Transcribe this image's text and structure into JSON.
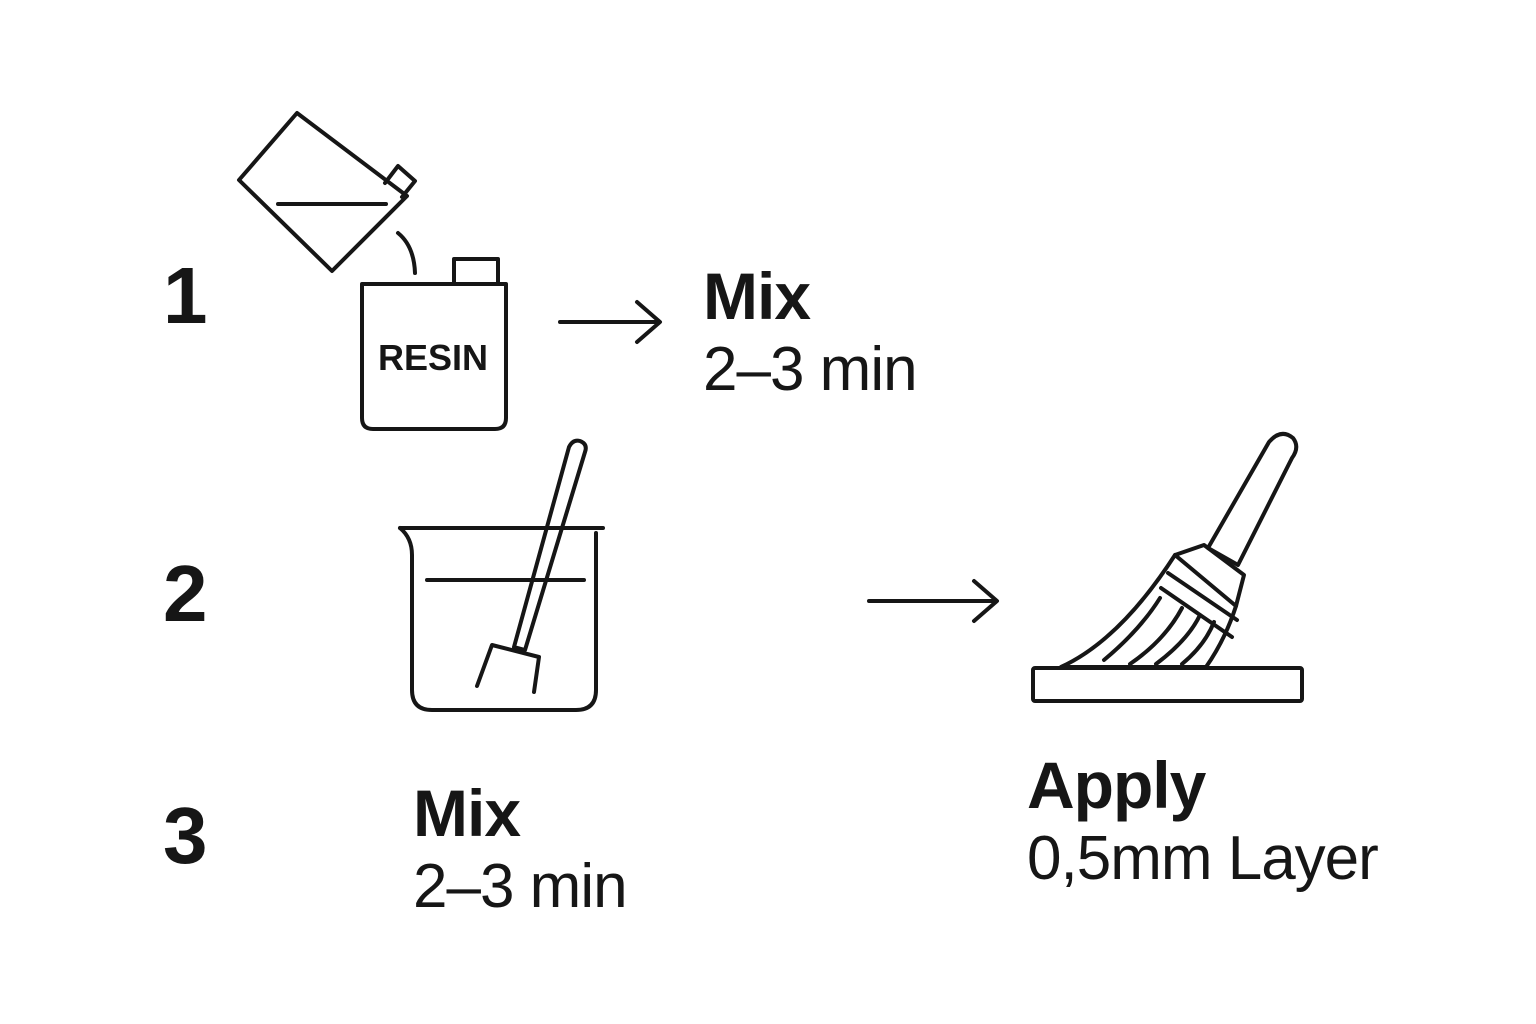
{
  "steps": [
    {
      "number": "1",
      "icon": "pour-resin-icon",
      "container_label": "RESIN",
      "caption_title": "Mix",
      "caption_sub": "2–3 min"
    },
    {
      "number": "2",
      "icon": "mixing-beaker-icon"
    },
    {
      "number": "3",
      "caption_title": "Mix",
      "caption_sub": "2–3 min"
    }
  ],
  "apply": {
    "icon": "paint-brush-icon",
    "caption_title": "Apply",
    "caption_sub": "0,5mm Layer"
  },
  "icons": [
    "right-arrow-icon",
    "right-arrow-icon"
  ],
  "colors": {
    "ink": "#161616",
    "background": "#ffffff"
  }
}
